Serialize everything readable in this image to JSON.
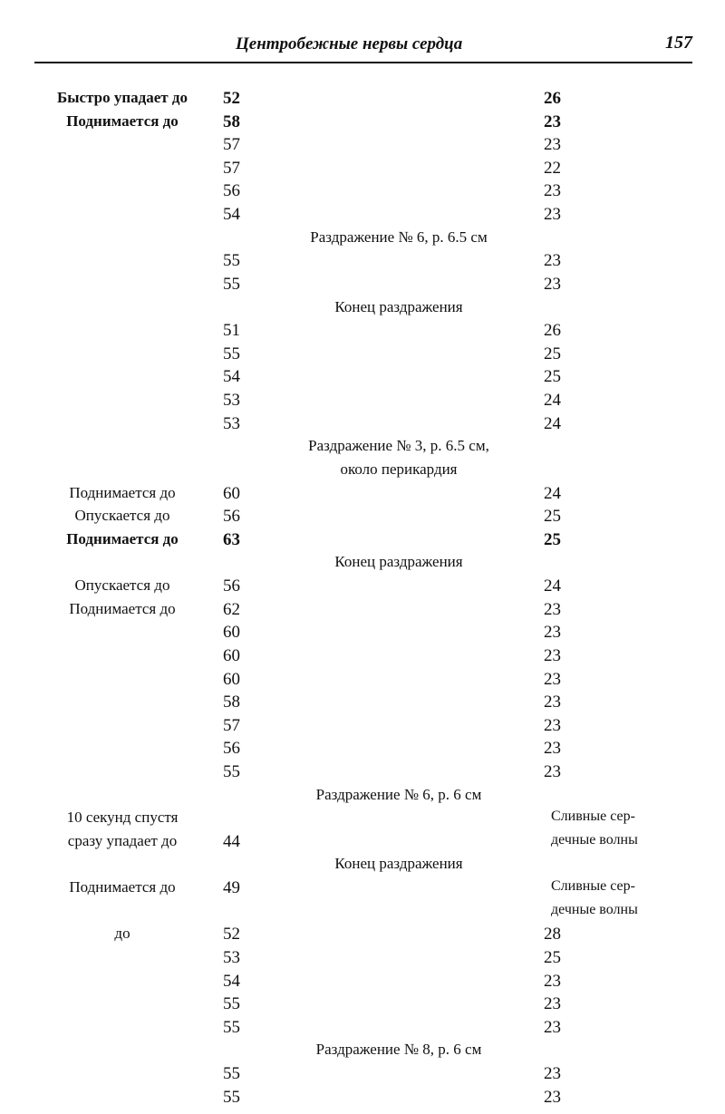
{
  "header": {
    "title": "Центробежные нервы сердца",
    "page_number": "157"
  },
  "rows": [
    {
      "label": "Быстро упадает до",
      "v1": "52",
      "v2": "26"
    },
    {
      "label": "Поднимается до",
      "v1": "58",
      "v2": "23"
    },
    {
      "v1": "57",
      "v2": "23"
    },
    {
      "v1": "57",
      "v2": "22"
    },
    {
      "v1": "56",
      "v2": "23"
    },
    {
      "v1": "54",
      "v2": "23"
    },
    {
      "mid": "Раздражение № 6, р. 6.5 см"
    },
    {
      "v1": "55",
      "v2": "23"
    },
    {
      "v1": "55",
      "v2": "23"
    },
    {
      "mid": "Конец раздражения"
    },
    {
      "v1": "51",
      "v2": "26"
    },
    {
      "v1": "55",
      "v2": "25"
    },
    {
      "v1": "54",
      "v2": "25"
    },
    {
      "v1": "53",
      "v2": "24"
    },
    {
      "v1": "53",
      "v2": "24"
    },
    {
      "mid": "Раздражение № 3, р. 6.5 см,"
    },
    {
      "mid": "около перикардия"
    },
    {
      "label": "Поднимается до",
      "v1": "60",
      "v2": "24"
    },
    {
      "label": "Опускается до",
      "v1": "56",
      "v2": "25"
    },
    {
      "label": "Поднимается до",
      "v1": "63",
      "v2": "25"
    },
    {
      "mid": "Конец раздражения"
    },
    {
      "label": "Опускается до",
      "v1": "56",
      "v2": "24"
    },
    {
      "label": "Поднимается до",
      "v1": "62",
      "v2": "23"
    },
    {
      "v1": "60",
      "v2": "23"
    },
    {
      "v1": "60",
      "v2": "23"
    },
    {
      "v1": "60",
      "v2": "23"
    },
    {
      "v1": "58",
      "v2": "23"
    },
    {
      "v1": "57",
      "v2": "23"
    },
    {
      "v1": "56",
      "v2": "23"
    },
    {
      "v1": "55",
      "v2": "23"
    },
    {
      "mid": "Раздражение № 6, р. 6 см"
    },
    {
      "label": "10 секунд спустя",
      "note": "Сливные сер-"
    },
    {
      "label": "сразу упадает до",
      "v1": "44",
      "note": "дечные волны"
    },
    {
      "mid": "Конец раздражения"
    },
    {
      "label": "Поднимается до",
      "v1": "49",
      "note": "Сливные сер-"
    },
    {
      "note": "дечные волны"
    },
    {
      "label": "до",
      "v1": "52",
      "v2": "28"
    },
    {
      "v1": "53",
      "v2": "25"
    },
    {
      "v1": "54",
      "v2": "23"
    },
    {
      "v1": "55",
      "v2": "23"
    },
    {
      "v1": "55",
      "v2": "23"
    },
    {
      "mid": "Раздражение № 8, р. 6 см"
    },
    {
      "v1": "55",
      "v2": "23"
    },
    {
      "v1": "55",
      "v2": "23"
    }
  ]
}
